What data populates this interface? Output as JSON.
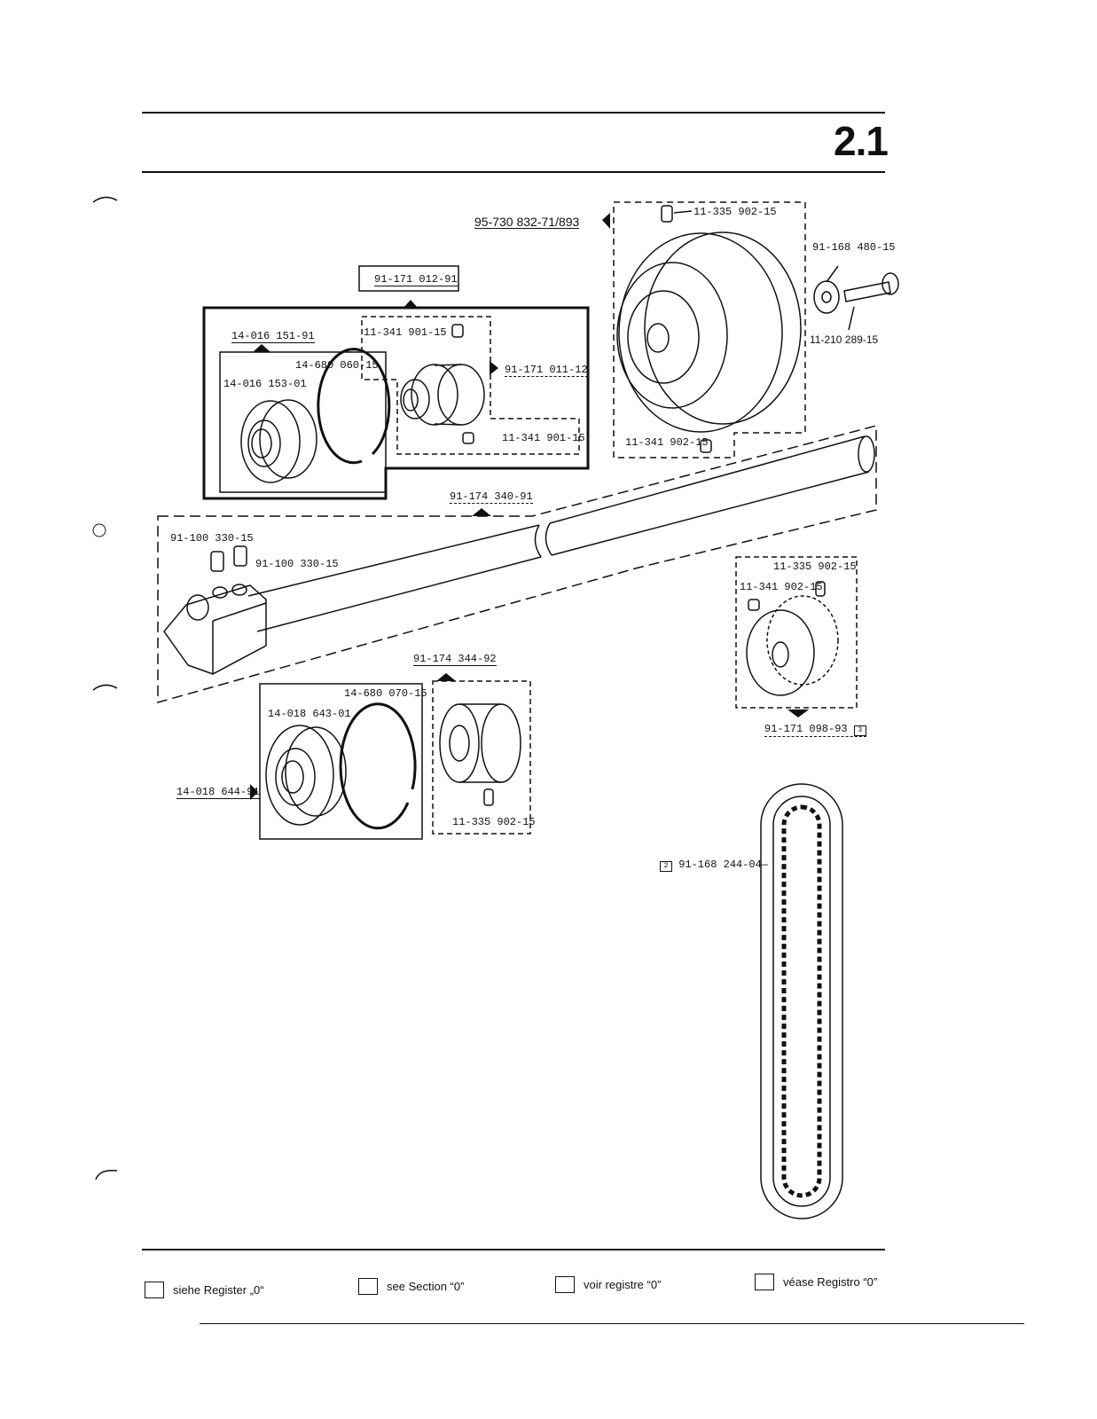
{
  "section": {
    "number": "2.1"
  },
  "labels": {
    "assembly_pulley": "95-730 832-71/893",
    "screw_top": "11-335 902-15",
    "washer": "91-168 480-15",
    "bolt": "11-210 289-15",
    "pulley_setscrew": "11-341 902-15",
    "bearing_group": "91-171 012-91",
    "bearing_assembly": "14-016 151-91",
    "circlip_1": "14-680 060-15",
    "bearing_1": "14-016 153-01",
    "collar_screw_top": "11-341 901-15",
    "collar_assembly": "91-171 011-12",
    "collar_screw_bottom": "11-341 901-15",
    "shaft_assembly": "91-174 340-91",
    "clamp_screw_1": "91-100 330-15",
    "clamp_screw_2": "91-100 330-15",
    "small_pulley_screw_a": "11-335 902-15",
    "small_pulley_screw_b": "11-341 902-15",
    "small_pulley": "91-171 098-93",
    "sleeve_assembly": "91-174 344-92",
    "circlip_2": "14-680 070-15",
    "bearing_2": "14-018 643-01",
    "bearing_assembly_2": "14-018 644-91",
    "sleeve_screw": "11-335 902-15",
    "belt": "91-168 244-04"
  },
  "refs": {
    "small_pulley_ref": "3",
    "belt_ref": "2"
  },
  "footer": {
    "de": "siehe Register „0“",
    "en": "see Section “0”",
    "fr": "voir registre “0”",
    "es": "véase Registro “0”"
  }
}
